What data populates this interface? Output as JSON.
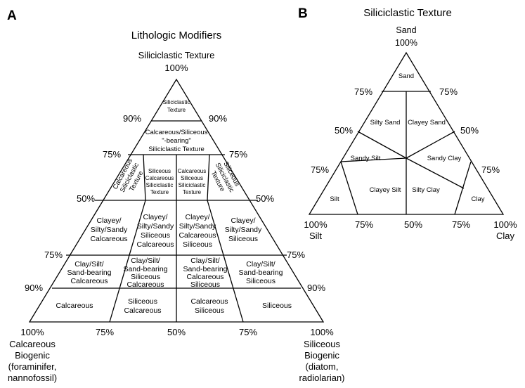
{
  "panel_a": {
    "letter": "A",
    "title": "Lithologic Modifiers",
    "apex_label": "Siliciclastic Texture",
    "apex_pct": "100%",
    "left_pcts": [
      "90%",
      "75%",
      "50%",
      "75%",
      "90%"
    ],
    "right_pcts": [
      "90%",
      "75%",
      "50%",
      "75%",
      "90%"
    ],
    "base_pcts": [
      "75%",
      "50%",
      "75%"
    ],
    "left_corner": [
      "100%",
      "Calcareous",
      "Biogenic",
      "(foraminifer,",
      "nannofossil)"
    ],
    "right_corner": [
      "100%",
      "Siliceous",
      "Biogenic",
      "(diatom,",
      "radiolarian)"
    ],
    "cells": {
      "top": [
        "Siliciclastic",
        "Texture"
      ],
      "band2": [
        "Calcareous/Siliceous",
        "\"-bearing\"",
        "Siliciclastic Texture"
      ],
      "band3_left": [
        "Calcareous",
        "Siliciclastic",
        "Texture"
      ],
      "band3_midleft": [
        "Siliceous",
        "Calcareous",
        "Siliciclastic",
        "Texture"
      ],
      "band3_midright": [
        "Calcareous",
        "Siliceous",
        "Siliciclastic",
        "Texture"
      ],
      "band3_right": [
        "Siliceous",
        "Siliciclastic",
        "Texture"
      ],
      "band4": [
        [
          "Clayey/",
          "Silty/Sandy",
          "Calcareous"
        ],
        [
          "Clayey/",
          "Silty/Sandy",
          "Siliceous",
          "Calcareous"
        ],
        [
          "Clayey/",
          "Silty/Sandy",
          "Calcareous",
          "Siliceous"
        ],
        [
          "Clayey/",
          "Silty/Sandy",
          "Siliceous"
        ]
      ],
      "band5": [
        [
          "Clay/Silt/",
          "Sand-bearing",
          "Calcareous"
        ],
        [
          "Clay/Silt/",
          "Sand-bearing",
          "Siliceous",
          "Calcareous"
        ],
        [
          "Clay/Silt/",
          "Sand-bearing",
          "Calcareous",
          "Siliceous"
        ],
        [
          "Clay/Silt/",
          "Sand-bearing",
          "Siliceous"
        ]
      ],
      "band6": [
        [
          "Calcareous"
        ],
        [
          "Siliceous",
          "Calcareous"
        ],
        [
          "Calcareous",
          "Siliceous"
        ],
        [
          "Siliceous"
        ]
      ]
    }
  },
  "panel_b": {
    "letter": "B",
    "title": "Siliciclastic Texture",
    "apex_label": "Sand",
    "apex_pct": "100%",
    "left_pcts": [
      "75%",
      "50%",
      "75%"
    ],
    "right_pcts": [
      "75%",
      "50%",
      "75%"
    ],
    "base_pcts": [
      "75%",
      "50%",
      "75%"
    ],
    "left_corner": [
      "100%",
      "Silt"
    ],
    "right_corner": [
      "100%",
      "Clay"
    ],
    "cells": {
      "sand": "Sand",
      "silty_sand": "Silty Sand",
      "clayey_sand": "Clayey Sand",
      "sandy_silt": "Sandy Silt",
      "sandy_clay": "Sandy Clay",
      "clayey_silt": "Clayey Silt",
      "silty_clay": "Silty Clay",
      "silt": "Silt",
      "clay": "Clay"
    }
  }
}
